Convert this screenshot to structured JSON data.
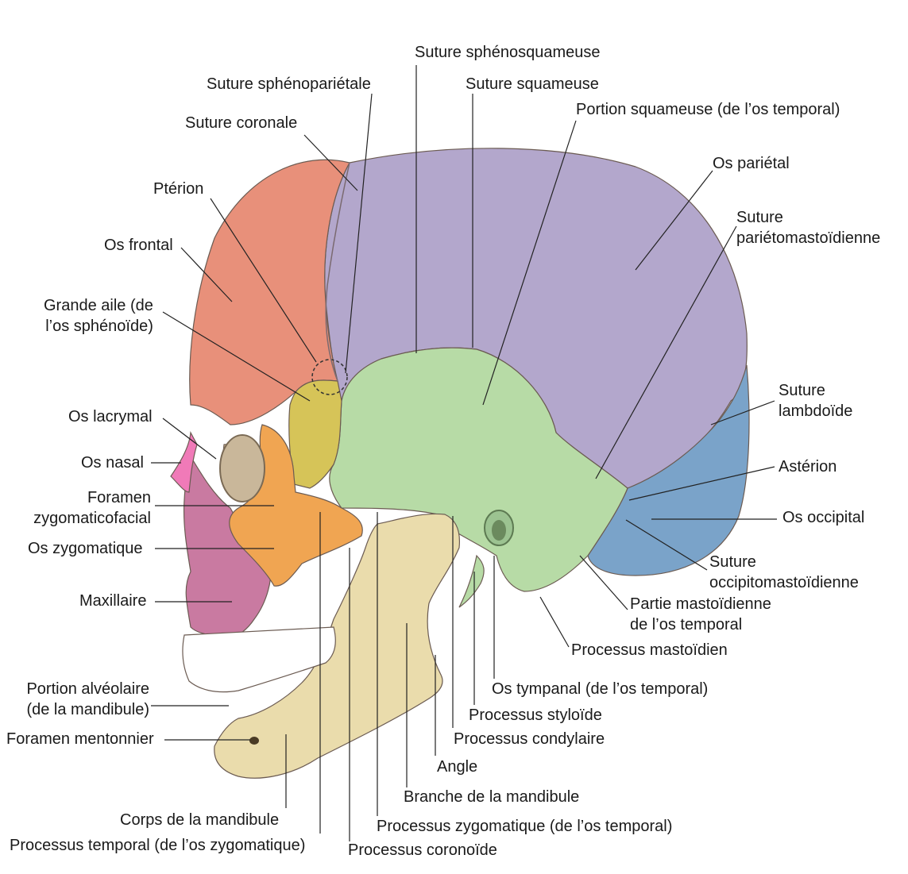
{
  "diagram": {
    "colors": {
      "frontal": "#e8907a",
      "parietal": "#b3a7cc",
      "temporal": "#b7dba6",
      "occipital": "#7aa3c9",
      "sphenoid": "#d6c458",
      "zygomatic": "#f0a552",
      "maxilla": "#c97aa1",
      "mandible": "#eadcac",
      "nasal": "#f07ab8",
      "lacrimal": "#e2c89a",
      "teeth": "#ffffff",
      "leader": "#222222"
    },
    "labels": {
      "suture_spheno_squameuse": "Suture sphénosquameuse",
      "suture_spheno_parietale": "Suture sphénopariétale",
      "suture_squameuse": "Suture squameuse",
      "portion_squameuse": "Portion squameuse (de l’os temporal)",
      "suture_coronale": "Suture coronale",
      "os_parietal": "Os pariétal",
      "pterion": "Ptérion",
      "suture_parieto_1": "Suture",
      "suture_parieto_2": "pariétomastoïdienne",
      "os_frontal": "Os frontal",
      "grande_aile_1": "Grande aile (de",
      "grande_aile_2": "l’os sphénoïde)",
      "suture_lambdoide_1": "Suture",
      "suture_lambdoide_2": "lambdoïde",
      "os_lacrymal": "Os lacrymal",
      "os_nasal": "Os nasal",
      "asterion": "Astérion",
      "foramen_zygo_1": "Foramen",
      "foramen_zygo_2": "zygomaticofacial",
      "os_occipital": "Os occipital",
      "os_zygomatique": "Os zygomatique",
      "suture_occipito_1": "Suture",
      "suture_occipito_2": "occipitomastoïdienne",
      "maxillaire": "Maxillaire",
      "partie_mastoidienne_1": "Partie mastoïdienne",
      "partie_mastoidienne_2": "de l’os temporal",
      "processus_mastoidien": "Processus mastoïdien",
      "portion_alveolaire_1": "Portion alvéolaire",
      "portion_alveolaire_2": "(de la mandibule)",
      "os_tympanal": "Os tympanal (de l’os temporal)",
      "processus_styloide": "Processus styloïde",
      "foramen_mentonnier": "Foramen mentonnier",
      "processus_condylaire": "Processus condylaire",
      "angle": "Angle",
      "branche_mandibule": "Branche de la mandibule",
      "corps_mandibule": "Corps de la mandibule",
      "processus_zygomatique": "Processus zygomatique (de l’os temporal)",
      "processus_temporal": "Processus temporal (de l’os zygomatique)",
      "processus_coronoide": "Processus coronoïde"
    }
  }
}
